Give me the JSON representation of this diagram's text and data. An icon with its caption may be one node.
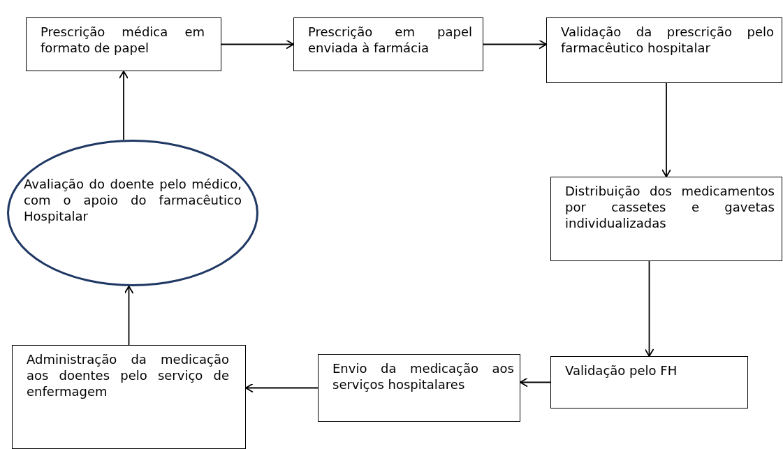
{
  "diagram": {
    "nodes": [
      {
        "text": [
          "Prescrição médica em formato de papel"
        ]
      },
      {
        "text": [
          "Prescrição em papel enviada à farmácia"
        ]
      },
      {
        "text": [
          "Validação da prescrição pelo farmacêutico hospitalar"
        ]
      },
      {
        "text": [
          "Distribuição dos medicamentos por cassetes e gavetas individualizadas"
        ]
      },
      {
        "text": [
          "Validação pelo FH"
        ]
      },
      {
        "text": [
          "Envio da medicação aos serviços hospitalares"
        ]
      },
      {
        "text": [
          "Administração da medicação aos doentes pelo serviço de enfermagem"
        ]
      },
      {
        "text": [
          "Avaliação do doente pelo médico, com o apoio do farmacêutico Hospitalar"
        ]
      }
    ],
    "edges": [
      {
        "from": 7,
        "to": 0,
        "arrow": "to"
      },
      {
        "from": 0,
        "to": 1,
        "arrow": "to"
      },
      {
        "from": 1,
        "to": 2,
        "arrow": "to"
      },
      {
        "from": 2,
        "to": 3,
        "arrow": "to"
      },
      {
        "from": 3,
        "to": 4,
        "arrow": "to"
      },
      {
        "from": 4,
        "to": 5,
        "arrow": "to"
      },
      {
        "from": 5,
        "to": 6,
        "arrow": "to"
      },
      {
        "from": 6,
        "to": 7,
        "arrow": "to"
      }
    ]
  }
}
